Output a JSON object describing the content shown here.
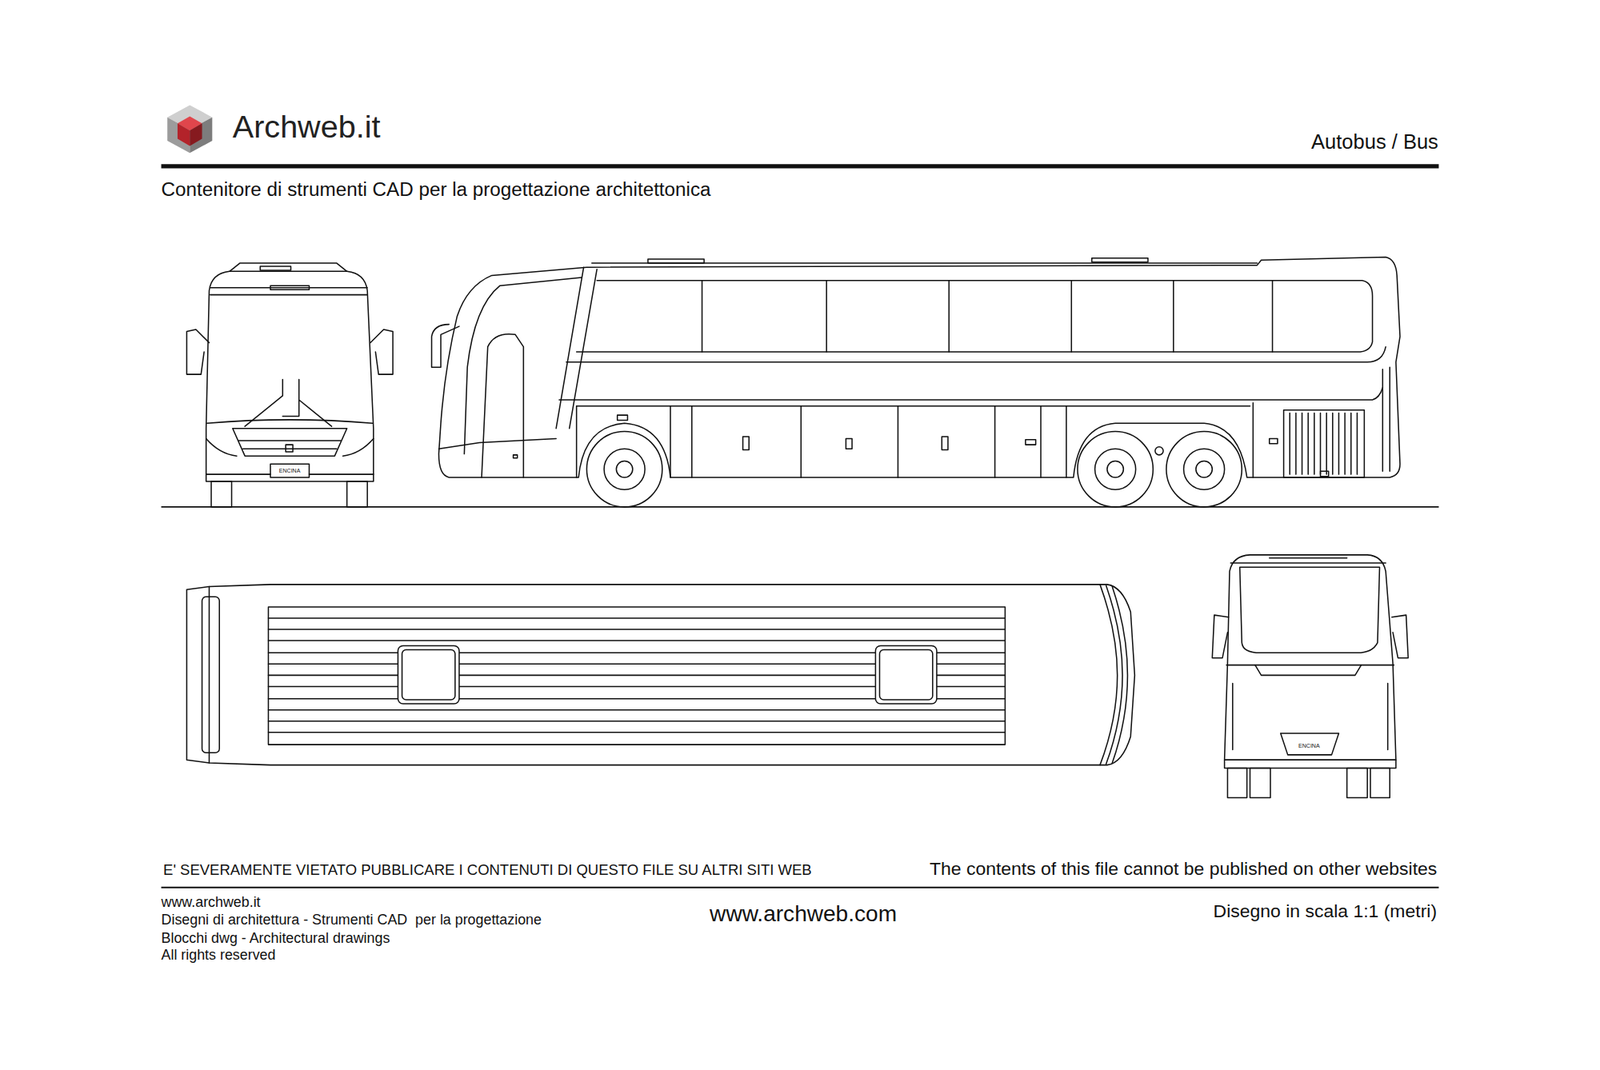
{
  "diagram": {
    "labels": [
      "Archweb.it",
      "Autobus / Bus",
      "Contenitore di strumenti CAD per la progettazione architettonica",
      "ENCINA",
      "ENCINA",
      "E' SEVERAMENTE VIETATO PUBBLICARE I CONTENUTI DI QUESTO FILE SU ALTRI SITI WEB",
      "The contents of this file cannot be published on other websites",
      "www.archweb.it",
      "Disegni di architettura - Strumenti CAD  per la progettazione",
      "Blocchi dwg - Architectural drawings",
      "All rights reserved",
      "www.archweb.com",
      "Disegno in scala 1:1 (metri)"
    ]
  }
}
